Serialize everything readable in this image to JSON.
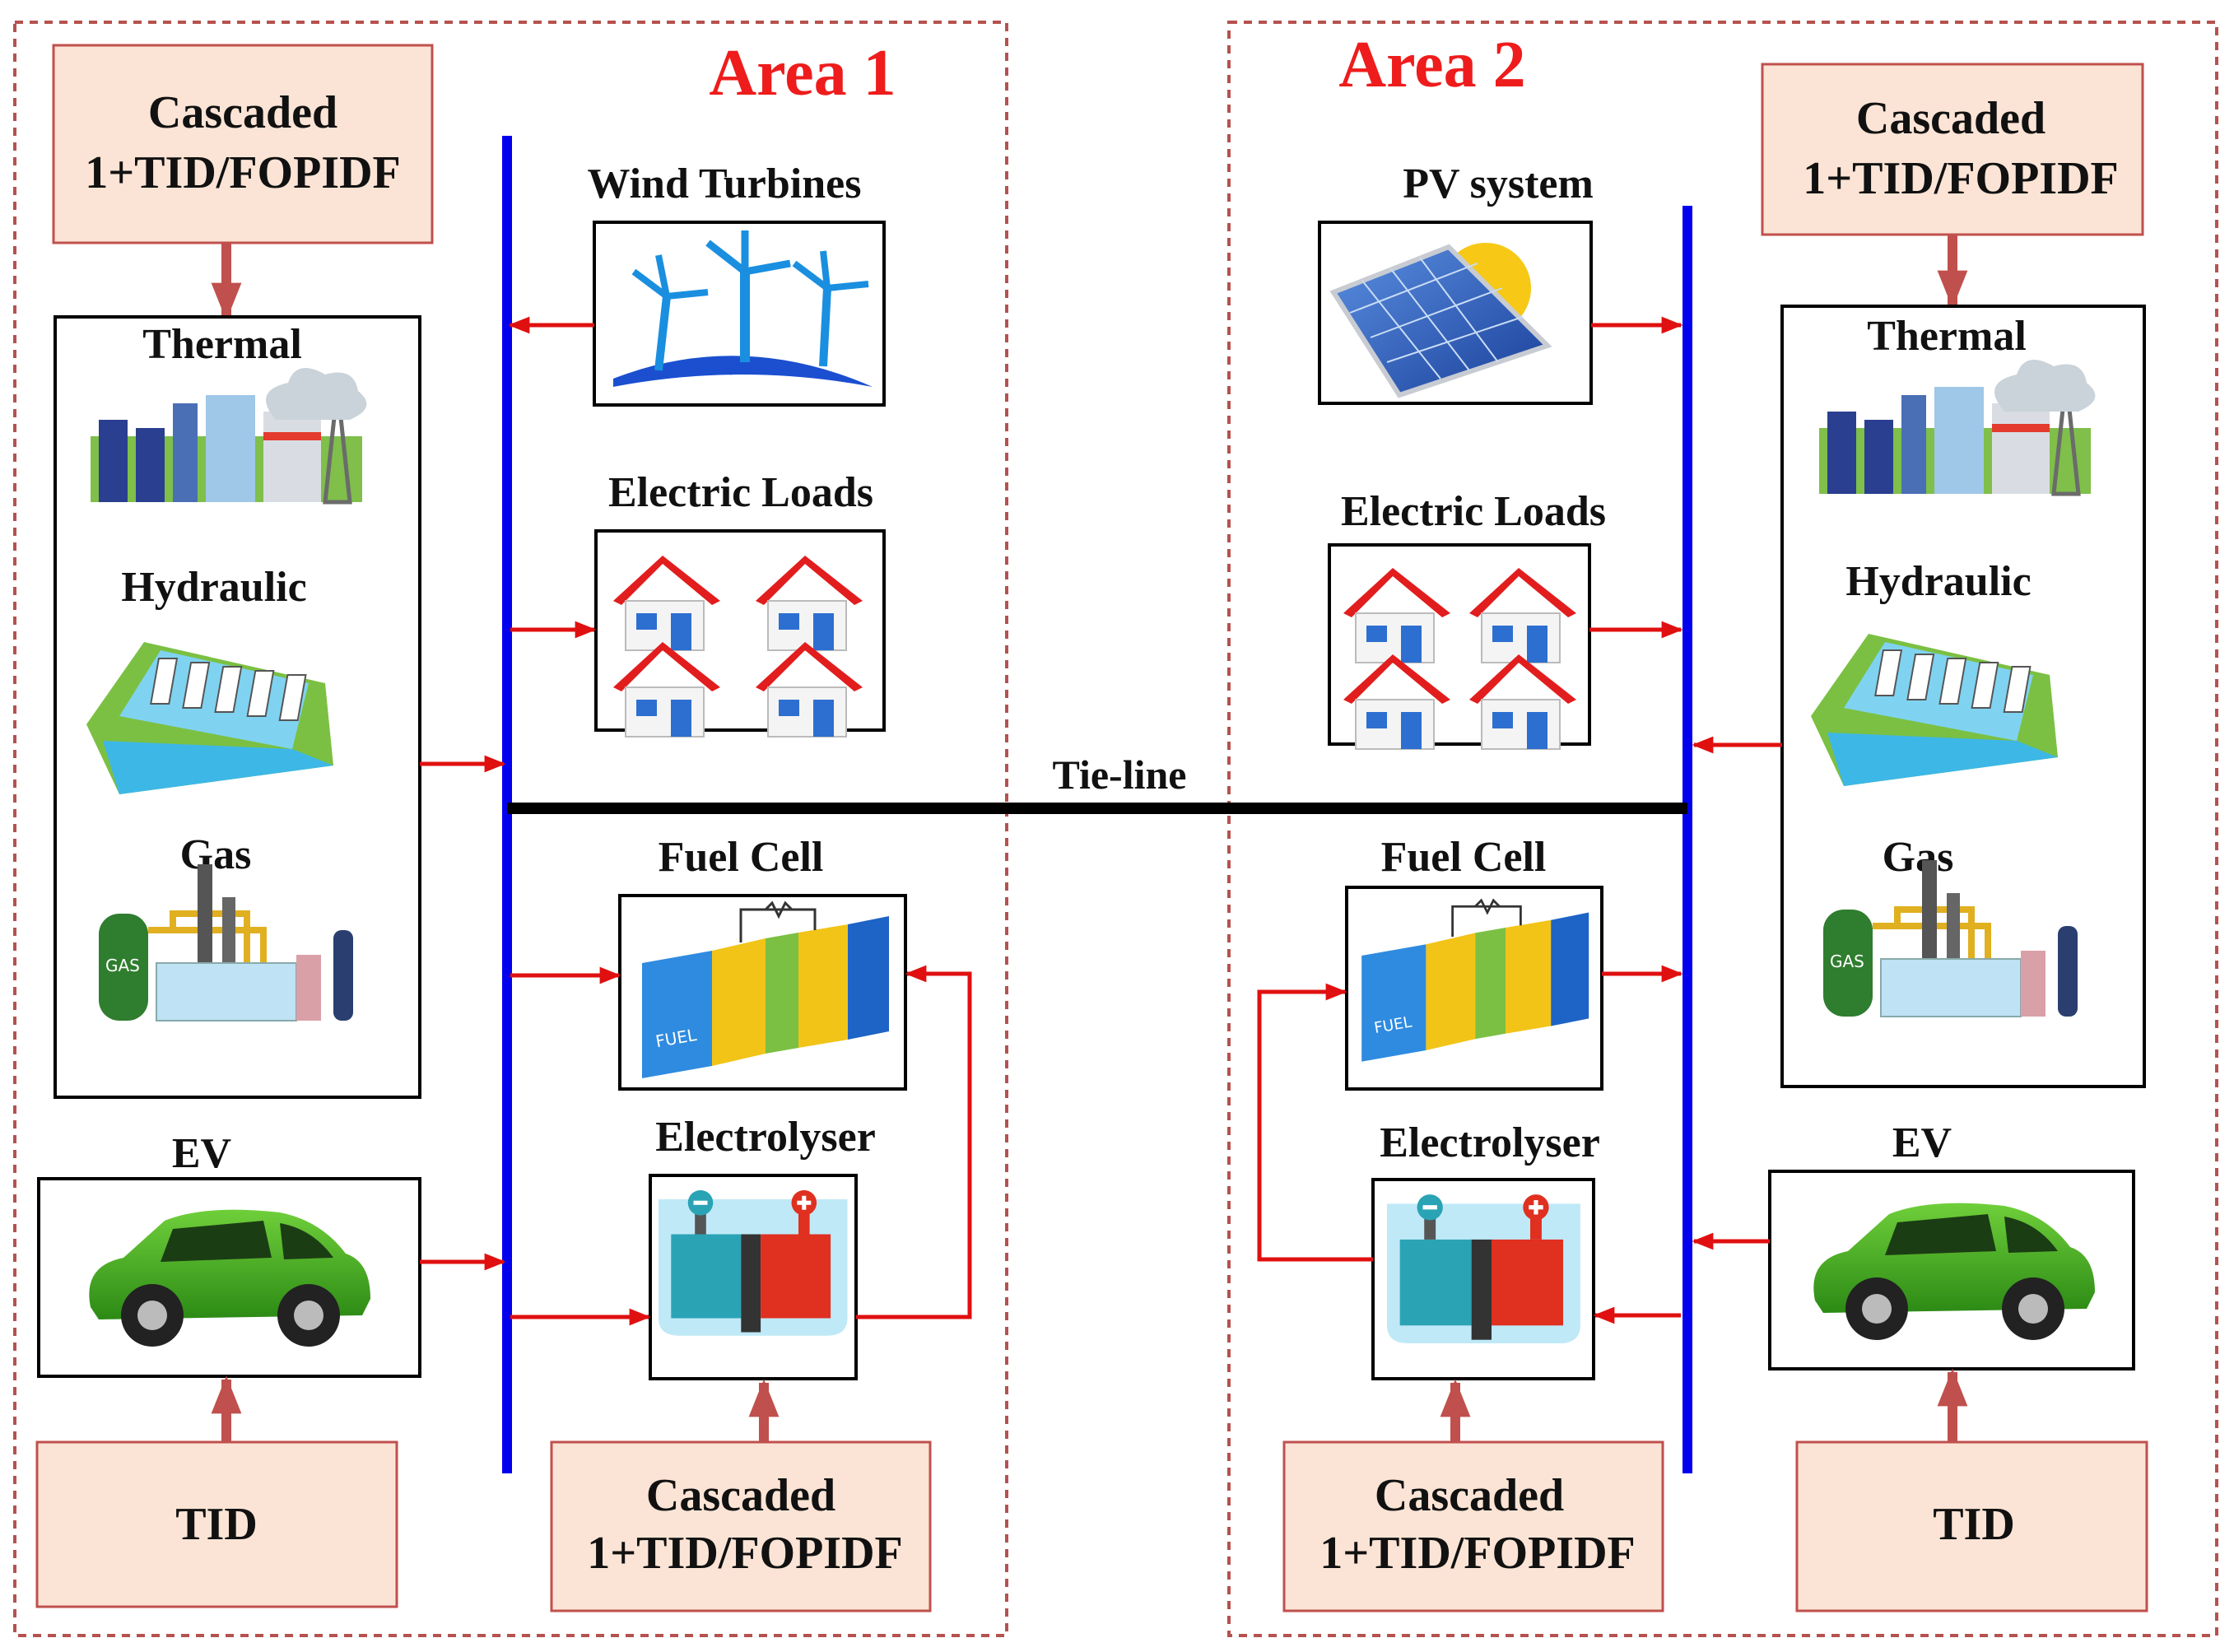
{
  "colors": {
    "area_title": "#ee1c1c",
    "area_border": "#b5524f",
    "bus": "#0000ee",
    "tie_line": "#000000",
    "flow_arrow": "#e01010",
    "control_arrow": "#c0504d",
    "control_box_fill": "#fbe4d5",
    "control_box_border": "#c0504d"
  },
  "tie_line": {
    "label": "Tie-line"
  },
  "area1": {
    "title": "Area 1",
    "controller_top": {
      "line1": "Cascaded",
      "line2": "1+TID/FOPIDF"
    },
    "conventional": {
      "thermal_label": "Thermal",
      "hydraulic_label": "Hydraulic",
      "gas_label": "Gas",
      "icons": [
        "thermal-plant-icon",
        "hydro-dam-icon",
        "gas-plant-icon"
      ]
    },
    "ev": {
      "label": "EV",
      "icon": "green-car-icon"
    },
    "ev_controller": {
      "label": "TID"
    },
    "wind": {
      "label": "Wind Turbines",
      "icon": "wind-turbine-icon"
    },
    "loads": {
      "label": "Electric Loads",
      "icon": "house-icon"
    },
    "fuel_cell": {
      "label": "Fuel Cell",
      "icon": "fuel-cell-icon"
    },
    "electrolyser": {
      "label": "Electrolyser",
      "icon": "electrolyser-icon"
    },
    "controller_bottom": {
      "line1": "Cascaded",
      "line2": "1+TID/FOPIDF"
    }
  },
  "area2": {
    "title": "Area 2",
    "controller_top": {
      "line1": "Cascaded",
      "line2": "1+TID/FOPIDF"
    },
    "conventional": {
      "thermal_label": "Thermal",
      "hydraulic_label": "Hydraulic",
      "gas_label": "Gas",
      "icons": [
        "thermal-plant-icon",
        "hydro-dam-icon",
        "gas-plant-icon"
      ]
    },
    "ev": {
      "label": "EV",
      "icon": "green-car-icon"
    },
    "ev_controller": {
      "label": "TID"
    },
    "pv": {
      "label": "PV system",
      "icon": "solar-panel-icon"
    },
    "loads": {
      "label": "Electric Loads",
      "icon": "house-icon"
    },
    "fuel_cell": {
      "label": "Fuel Cell",
      "icon": "fuel-cell-icon"
    },
    "electrolyser": {
      "label": "Electrolyser",
      "icon": "electrolyser-icon"
    },
    "controller_bottom": {
      "line1": "Cascaded",
      "line2": "1+TID/FOPIDF"
    }
  }
}
